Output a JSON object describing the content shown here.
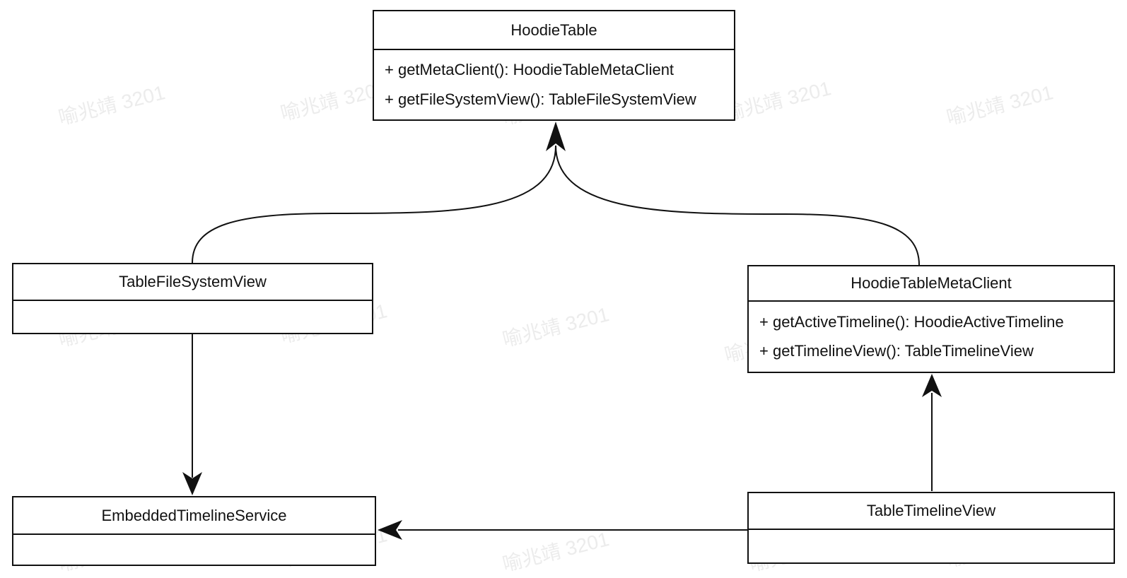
{
  "diagram": {
    "type": "uml-class-diagram",
    "colors": {
      "background": "#ffffff",
      "line": "#111111",
      "text": "#111111",
      "watermark": "#ececec"
    },
    "watermark": {
      "text": "喻兆靖 3201"
    },
    "classes": [
      {
        "name": "HoodieTable",
        "methods": [
          "+ getMetaClient(): HoodieTableMetaClient",
          "+ getFileSystemView(): TableFileSystemView"
        ]
      },
      {
        "name": "TableFileSystemView",
        "methods": []
      },
      {
        "name": "HoodieTableMetaClient",
        "methods": [
          "+ getActiveTimeline(): HoodieActiveTimeline",
          "+ getTimelineView(): TableTimelineView"
        ]
      },
      {
        "name": "EmbeddedTimelineService",
        "methods": []
      },
      {
        "name": "TableTimelineView",
        "methods": []
      }
    ],
    "relations": [
      {
        "from": "TableFileSystemView",
        "to": "HoodieTable",
        "style": "curved-arrow"
      },
      {
        "from": "HoodieTableMetaClient",
        "to": "HoodieTable",
        "style": "curved-arrow"
      },
      {
        "from": "TableFileSystemView",
        "to": "EmbeddedTimelineService",
        "style": "straight-arrow"
      },
      {
        "from": "TableTimelineView",
        "to": "HoodieTableMetaClient",
        "style": "straight-arrow"
      },
      {
        "from": "TableTimelineView",
        "to": "EmbeddedTimelineService",
        "style": "straight-arrow"
      }
    ]
  }
}
